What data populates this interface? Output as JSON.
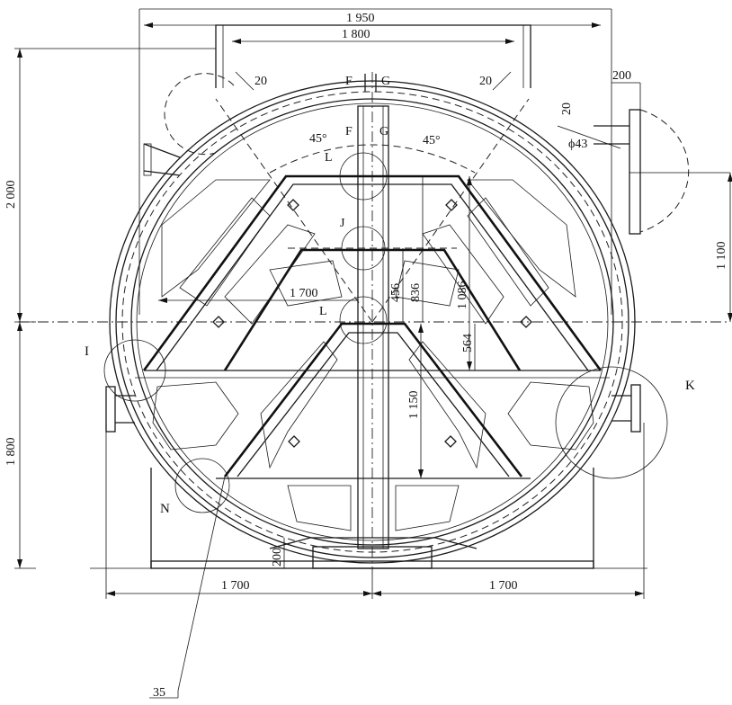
{
  "dimensions": {
    "top_width_outer": "1 950",
    "top_width_inner": "1 800",
    "flange_20_left": "20",
    "flange_20_right": "20",
    "flange_20_vertical": "20",
    "nozzle_200": "200",
    "nozzle_diameter": "ϕ43",
    "angle_left": "45°",
    "angle_right": "45°",
    "height_upper": "2 000",
    "height_lower": "1 800",
    "height_right": "1 100",
    "span_1700_inner": "1 700",
    "dim_456": "456",
    "dim_836": "836",
    "dim_1086": "1 086",
    "dim_564": "564",
    "dim_1150": "1 150",
    "base_200": "200",
    "base_left_1700": "1 700",
    "base_right_1700": "1 700"
  },
  "labels": {
    "section_f_top": "F",
    "section_g_top": "G",
    "section_f_mid": "F",
    "section_g_mid": "G",
    "detail_l_top": "L",
    "detail_j": "J",
    "detail_l_mid": "L",
    "detail_i": "I",
    "detail_k": "K",
    "detail_n": "N",
    "part_35": "35"
  }
}
